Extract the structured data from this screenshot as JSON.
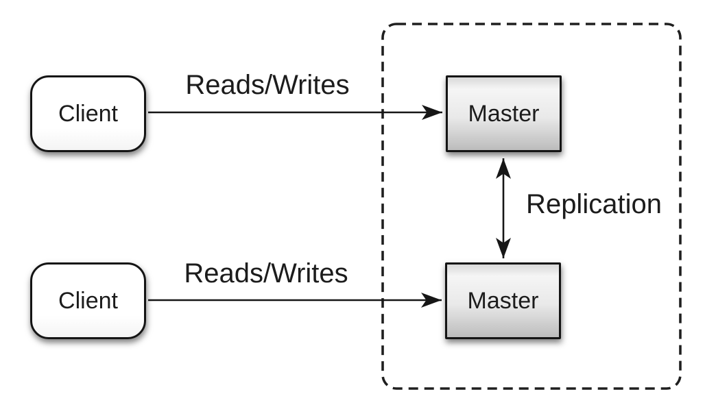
{
  "diagram": {
    "nodes": {
      "client_top": {
        "label": "Client"
      },
      "client_bottom": {
        "label": "Client"
      },
      "master_top": {
        "label": "Master"
      },
      "master_bottom": {
        "label": "Master"
      }
    },
    "edges": {
      "reads_writes_top": {
        "label": "Reads/Writes"
      },
      "reads_writes_bottom": {
        "label": "Reads/Writes"
      },
      "replication": {
        "label": "Replication"
      }
    },
    "colors": {
      "line": "#161616",
      "text": "#1c1c1c",
      "dash": "#1f1f1f",
      "client-fill": "#ffffff",
      "master-grad-top": "#f5f5f5",
      "master-grad-bottom": "#bcbcbc",
      "bg": "#ffffff"
    }
  }
}
